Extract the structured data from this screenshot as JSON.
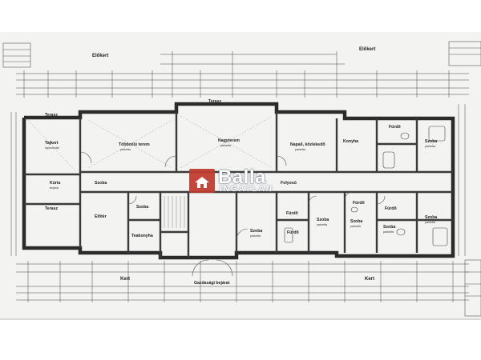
{
  "outside": {
    "top_label_left": "Előkert",
    "top_label_right": "Előkert",
    "bottom_label_left": "Kert",
    "bottom_label_right": "Kert",
    "entrance": "Gazdasági bejárat",
    "terrace_top": "Terasz"
  },
  "rooms": [
    {
      "name": "Tajkert",
      "sub": "lapburkolat"
    },
    {
      "name": "Többcélú terem",
      "sub": "parketta"
    },
    {
      "name": "Nagyterem",
      "sub": "parketta"
    },
    {
      "name": "Napali, közlekedő",
      "sub": "parketta"
    },
    {
      "name": "Konyha",
      "sub": ""
    },
    {
      "name": "Fürdő",
      "sub": ""
    },
    {
      "name": "Szoba",
      "sub": "parketta"
    },
    {
      "name": "Fürdő",
      "sub": ""
    },
    {
      "name": "Szoba",
      "sub": "parketta"
    },
    {
      "name": "Szoba",
      "sub": "parketta"
    },
    {
      "name": "Fürdő",
      "sub": ""
    },
    {
      "name": "Szoba",
      "sub": "parketta"
    },
    {
      "name": "Fürdő",
      "sub": ""
    },
    {
      "name": "Szoba",
      "sub": "parketta"
    },
    {
      "name": "Szoba",
      "sub": "parketta"
    },
    {
      "name": "Fürdő",
      "sub": ""
    },
    {
      "name": "Teakonyha",
      "sub": ""
    },
    {
      "name": "Szoba",
      "sub": ""
    },
    {
      "name": "Előtér",
      "sub": ""
    },
    {
      "name": "Szoba",
      "sub": ""
    },
    {
      "name": "Terasz",
      "sub": ""
    },
    {
      "name": "Kúria",
      "sub": "bejárat"
    },
    {
      "name": "Terasz",
      "sub": ""
    },
    {
      "name": "Folyosó",
      "sub": ""
    }
  ],
  "watermark": {
    "brand": "Balla",
    "sub": "INGATLAN",
    "color": "#c0392b"
  }
}
